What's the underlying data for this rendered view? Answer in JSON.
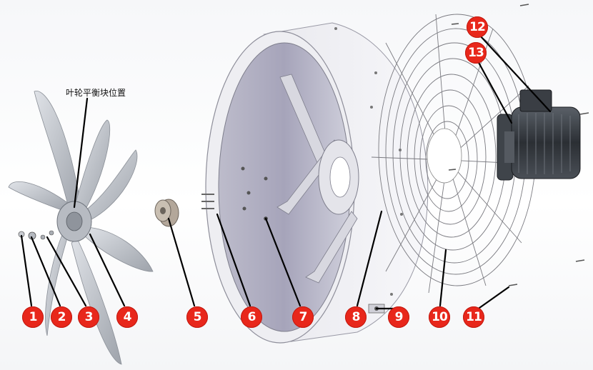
{
  "annotation": {
    "impeller_balance_label": "叶轮平衡块位置"
  },
  "callouts": [
    {
      "id": "1",
      "label": "1"
    },
    {
      "id": "2",
      "label": "2"
    },
    {
      "id": "3",
      "label": "3"
    },
    {
      "id": "4",
      "label": "4"
    },
    {
      "id": "5",
      "label": "5"
    },
    {
      "id": "6",
      "label": "6"
    },
    {
      "id": "7",
      "label": "7"
    },
    {
      "id": "8",
      "label": "8"
    },
    {
      "id": "9",
      "label": "9"
    },
    {
      "id": "10",
      "label": "10"
    },
    {
      "id": "11",
      "label": "11"
    },
    {
      "id": "12",
      "label": "12"
    },
    {
      "id": "13",
      "label": "13"
    }
  ],
  "colors": {
    "callout_fill": "#e8271b",
    "callout_text": "#ffffff",
    "leader_line": "#000000",
    "housing_inner": "#a9a7bd",
    "blade": "#c9ccd2",
    "motor": "#2f3338"
  }
}
